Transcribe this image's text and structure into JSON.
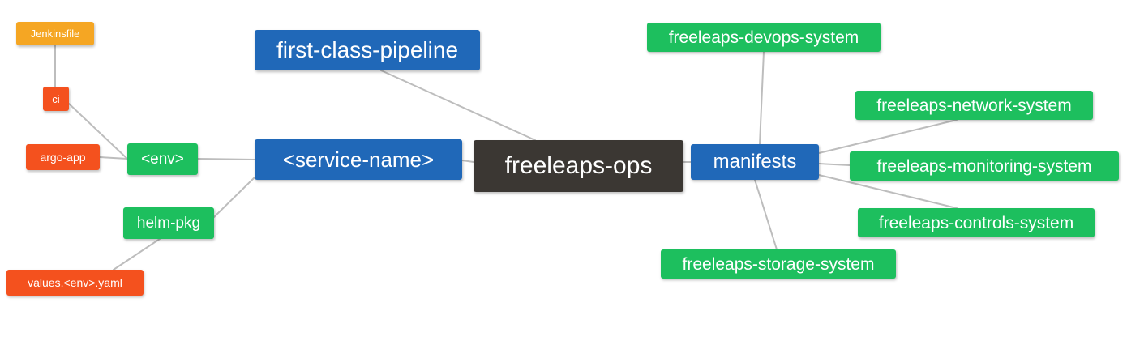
{
  "diagram": {
    "type": "mindmap",
    "title": "freeleaps-ops",
    "background": "#ffffff",
    "edge_color": "#bdbdbd",
    "palette": {
      "orange": "#f5a623",
      "red": "#f4511e",
      "green": "#1dbf5e",
      "blue": "#2068b8",
      "dark": "#3b3733",
      "text": "#ffffff"
    }
  },
  "nodes": [
    {
      "id": "jenkinsfile",
      "label": "Jenkinsfile",
      "color": "orange"
    },
    {
      "id": "ci",
      "label": "ci",
      "color": "red"
    },
    {
      "id": "argo-app",
      "label": "argo-app",
      "color": "red"
    },
    {
      "id": "values-yaml",
      "label": "values.<env>.yaml",
      "color": "red"
    },
    {
      "id": "env",
      "label": "<env>",
      "color": "green"
    },
    {
      "id": "helm-pkg",
      "label": "helm-pkg",
      "color": "green"
    },
    {
      "id": "first-class-pipeline",
      "label": "first-class-pipeline",
      "color": "blue"
    },
    {
      "id": "service-name",
      "label": "<service-name>",
      "color": "blue"
    },
    {
      "id": "freeleaps-ops",
      "label": "freeleaps-ops",
      "color": "dark"
    },
    {
      "id": "manifests",
      "label": "manifests",
      "color": "blue"
    },
    {
      "id": "devops-system",
      "label": "freeleaps-devops-system",
      "color": "green"
    },
    {
      "id": "network-system",
      "label": "freeleaps-network-system",
      "color": "green"
    },
    {
      "id": "monitoring-system",
      "label": "freeleaps-monitoring-system",
      "color": "green"
    },
    {
      "id": "controls-system",
      "label": "freeleaps-controls-system",
      "color": "green"
    },
    {
      "id": "storage-system",
      "label": "freeleaps-storage-system",
      "color": "green"
    }
  ],
  "edges": [
    {
      "from": "jenkinsfile",
      "to": "ci"
    },
    {
      "from": "ci",
      "to": "env"
    },
    {
      "from": "argo-app",
      "to": "env"
    },
    {
      "from": "env",
      "to": "service-name"
    },
    {
      "from": "service-name",
      "to": "helm-pkg"
    },
    {
      "from": "helm-pkg",
      "to": "values-yaml"
    },
    {
      "from": "service-name",
      "to": "freeleaps-ops"
    },
    {
      "from": "first-class-pipeline",
      "to": "freeleaps-ops"
    },
    {
      "from": "freeleaps-ops",
      "to": "manifests"
    },
    {
      "from": "manifests",
      "to": "devops-system"
    },
    {
      "from": "manifests",
      "to": "network-system"
    },
    {
      "from": "manifests",
      "to": "monitoring-system"
    },
    {
      "from": "manifests",
      "to": "controls-system"
    },
    {
      "from": "manifests",
      "to": "storage-system"
    }
  ]
}
